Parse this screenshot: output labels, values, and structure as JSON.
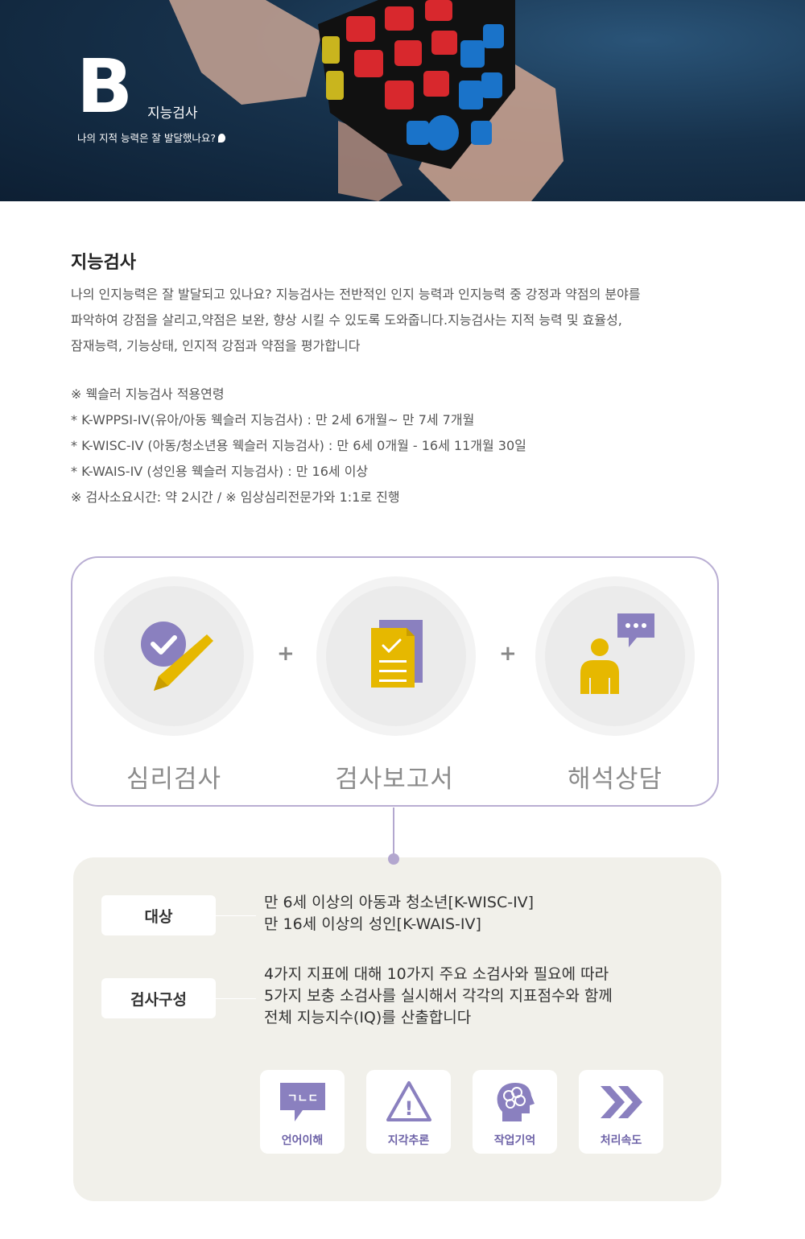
{
  "hero": {
    "letter": "B",
    "title": "지능검사",
    "subtitle": "나의 지적 능력은 잘 발달했나요?"
  },
  "intro": {
    "heading": "지능검사",
    "lines": [
      "나의 인지능력은 잘 발달되고 있나요? 지능검사는 전반적인 인지 능력과 인지능력 중 강정과 약점의 분야를",
      "파악하여 강점을 살리고,약점은 보완, 향상 시킬 수 있도록 도와줍니다.지능검사는 지적 능력 및 효율성,",
      "잠재능력, 기능상태, 인지적 강점과 약점을 평가합니다"
    ]
  },
  "notes": [
    "※ 웩슬러 지능검사 적용연령",
    "* K-WPPSI-IV(유아/아동 웩슬러 지능검사) : 만 2세 6개월~ 만 7세 7개월",
    "* K-WISC-IV (아동/청소년용 웩슬러 지능검사) : 만 6세 0개월 - 16세 11개월 30일",
    "* K-WAIS-IV (성인용 웩슬러 지능검사) : 만 16세 이상",
    "※ 검사소요시간: 약 2시간 / ※ 임상심리전문가와 1:1로 진행"
  ],
  "process": {
    "plus_sign": "+",
    "steps": [
      {
        "label": "심리검사",
        "icon": "check-pencil-icon"
      },
      {
        "label": "검사보고서",
        "icon": "report-document-icon"
      },
      {
        "label": "해석상담",
        "icon": "counseling-chat-icon"
      }
    ]
  },
  "info": {
    "target_label": "대상",
    "target_lines": [
      "만 6세 이상의 아동과 청소년[K-WISC-IV]",
      "만 16세 이상의 성인[K-WAIS-IV]"
    ],
    "composition_label": "검사구성",
    "composition_lines": [
      "4가지 지표에 대해 10가지 주요 소검사와 필요에 따라",
      "5가지 보충 소검사를 실시해서 각각의 지표점수와 함께",
      "전체 지능지수(IQ)를 산출합니다"
    ]
  },
  "indices": [
    {
      "label": "언어이해",
      "icon": "speech-bubble-icon",
      "glyph": "ㄱㄴㄷ"
    },
    {
      "label": "지각추론",
      "icon": "warning-triangle-icon",
      "glyph": "!"
    },
    {
      "label": "작업기억",
      "icon": "brain-head-icon"
    },
    {
      "label": "처리속도",
      "icon": "double-chevron-icon"
    }
  ],
  "colors": {
    "accent_purple": "#8a80bf",
    "accent_yellow": "#e6b800",
    "hero_background": "#17324c",
    "panel_background": "#f1f0ea",
    "box_border": "#b9aed3"
  }
}
